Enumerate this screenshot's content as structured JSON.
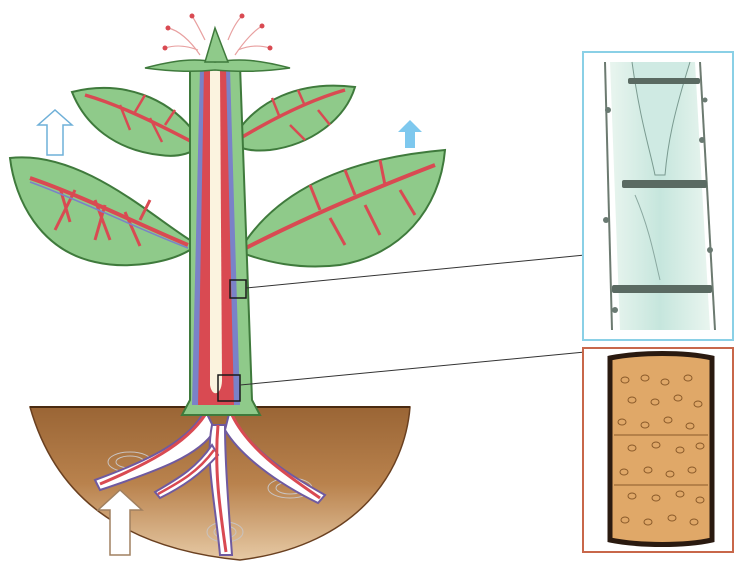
{
  "figure": {
    "panels": [
      "plant",
      "sieve-tube-detail",
      "vessel-detail"
    ],
    "arrows": {
      "transpiration": {
        "direction": "up",
        "color": "#7ec8ee",
        "style": "filled"
      },
      "water-vapor": {
        "direction": "up",
        "color": "#ffffff",
        "style": "outlined"
      },
      "root-uptake": {
        "direction": "up",
        "color": "#ffffff",
        "style": "outlined"
      }
    },
    "colors": {
      "leaf": "#8fca8a",
      "leaf_edge": "#3f7a3c",
      "xylem": "#d94a52",
      "phloem": "#7a82c8",
      "soil": "#b27a45",
      "pith": "#fbf3df",
      "sieve_panel_border": "#8ad0e6",
      "vessel_panel_border": "#c8674a",
      "vessel_tube": "#e0a868"
    }
  }
}
